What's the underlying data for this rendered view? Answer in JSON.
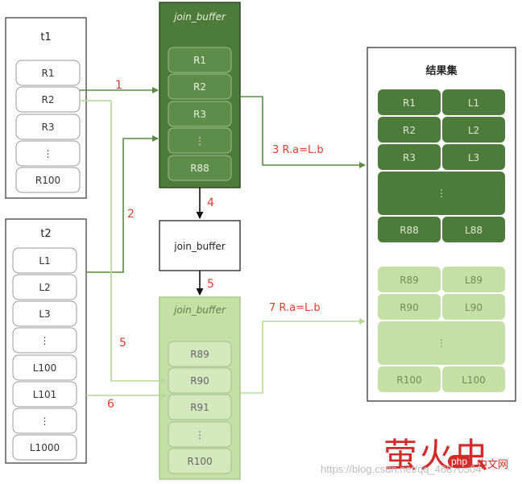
{
  "t1": {
    "title": "t1",
    "rows": [
      "R1",
      "R2",
      "R3",
      "⋮",
      "R100"
    ]
  },
  "t2": {
    "title": "t2",
    "rows": [
      "L1",
      "L2",
      "L3",
      "⋮",
      "L100",
      "L101",
      "⋮",
      "L1000"
    ]
  },
  "join_buffer_1": {
    "title": "join_buffer",
    "rows": [
      "R1",
      "R2",
      "R3",
      "⋮",
      "R88"
    ]
  },
  "join_buffer_mid": {
    "title": "join_buffer"
  },
  "join_buffer_2": {
    "title": "join_buffer",
    "rows": [
      "R89",
      "R90",
      "R91",
      "⋮",
      "R100"
    ]
  },
  "result": {
    "title": "结果集",
    "dark_rows": [
      [
        "R1",
        "L1"
      ],
      [
        "R2",
        "L2"
      ],
      [
        "R3",
        "L3"
      ],
      [
        "⋮",
        ""
      ],
      [
        "R88",
        "L88"
      ]
    ],
    "light_rows": [
      [
        "R89",
        "L89"
      ],
      [
        "R90",
        "L90"
      ],
      [
        "⋮",
        ""
      ],
      [
        "R100",
        "L100"
      ]
    ]
  },
  "steps": {
    "s1": "1",
    "s2": "2",
    "s3": "3 R.a=L.b",
    "s4": "4",
    "s5a": "5",
    "s5b": "5",
    "s6": "6",
    "s7": "7 R.a=L.b"
  },
  "colors": {
    "dark_green": "#4d7b3b",
    "dark_green_border": "#2e4a22",
    "light_green": "#c5e0a5",
    "light_green_border": "#a9c98a",
    "arrow_dark": "#5a8a45",
    "arrow_light": "#b7d99a",
    "step_label": "#d9412e"
  },
  "watermark": {
    "url": "https://blog.csdn.net/qq_46870504",
    "brand": "萤火虫",
    "badge": "php",
    "site": "中文网"
  }
}
